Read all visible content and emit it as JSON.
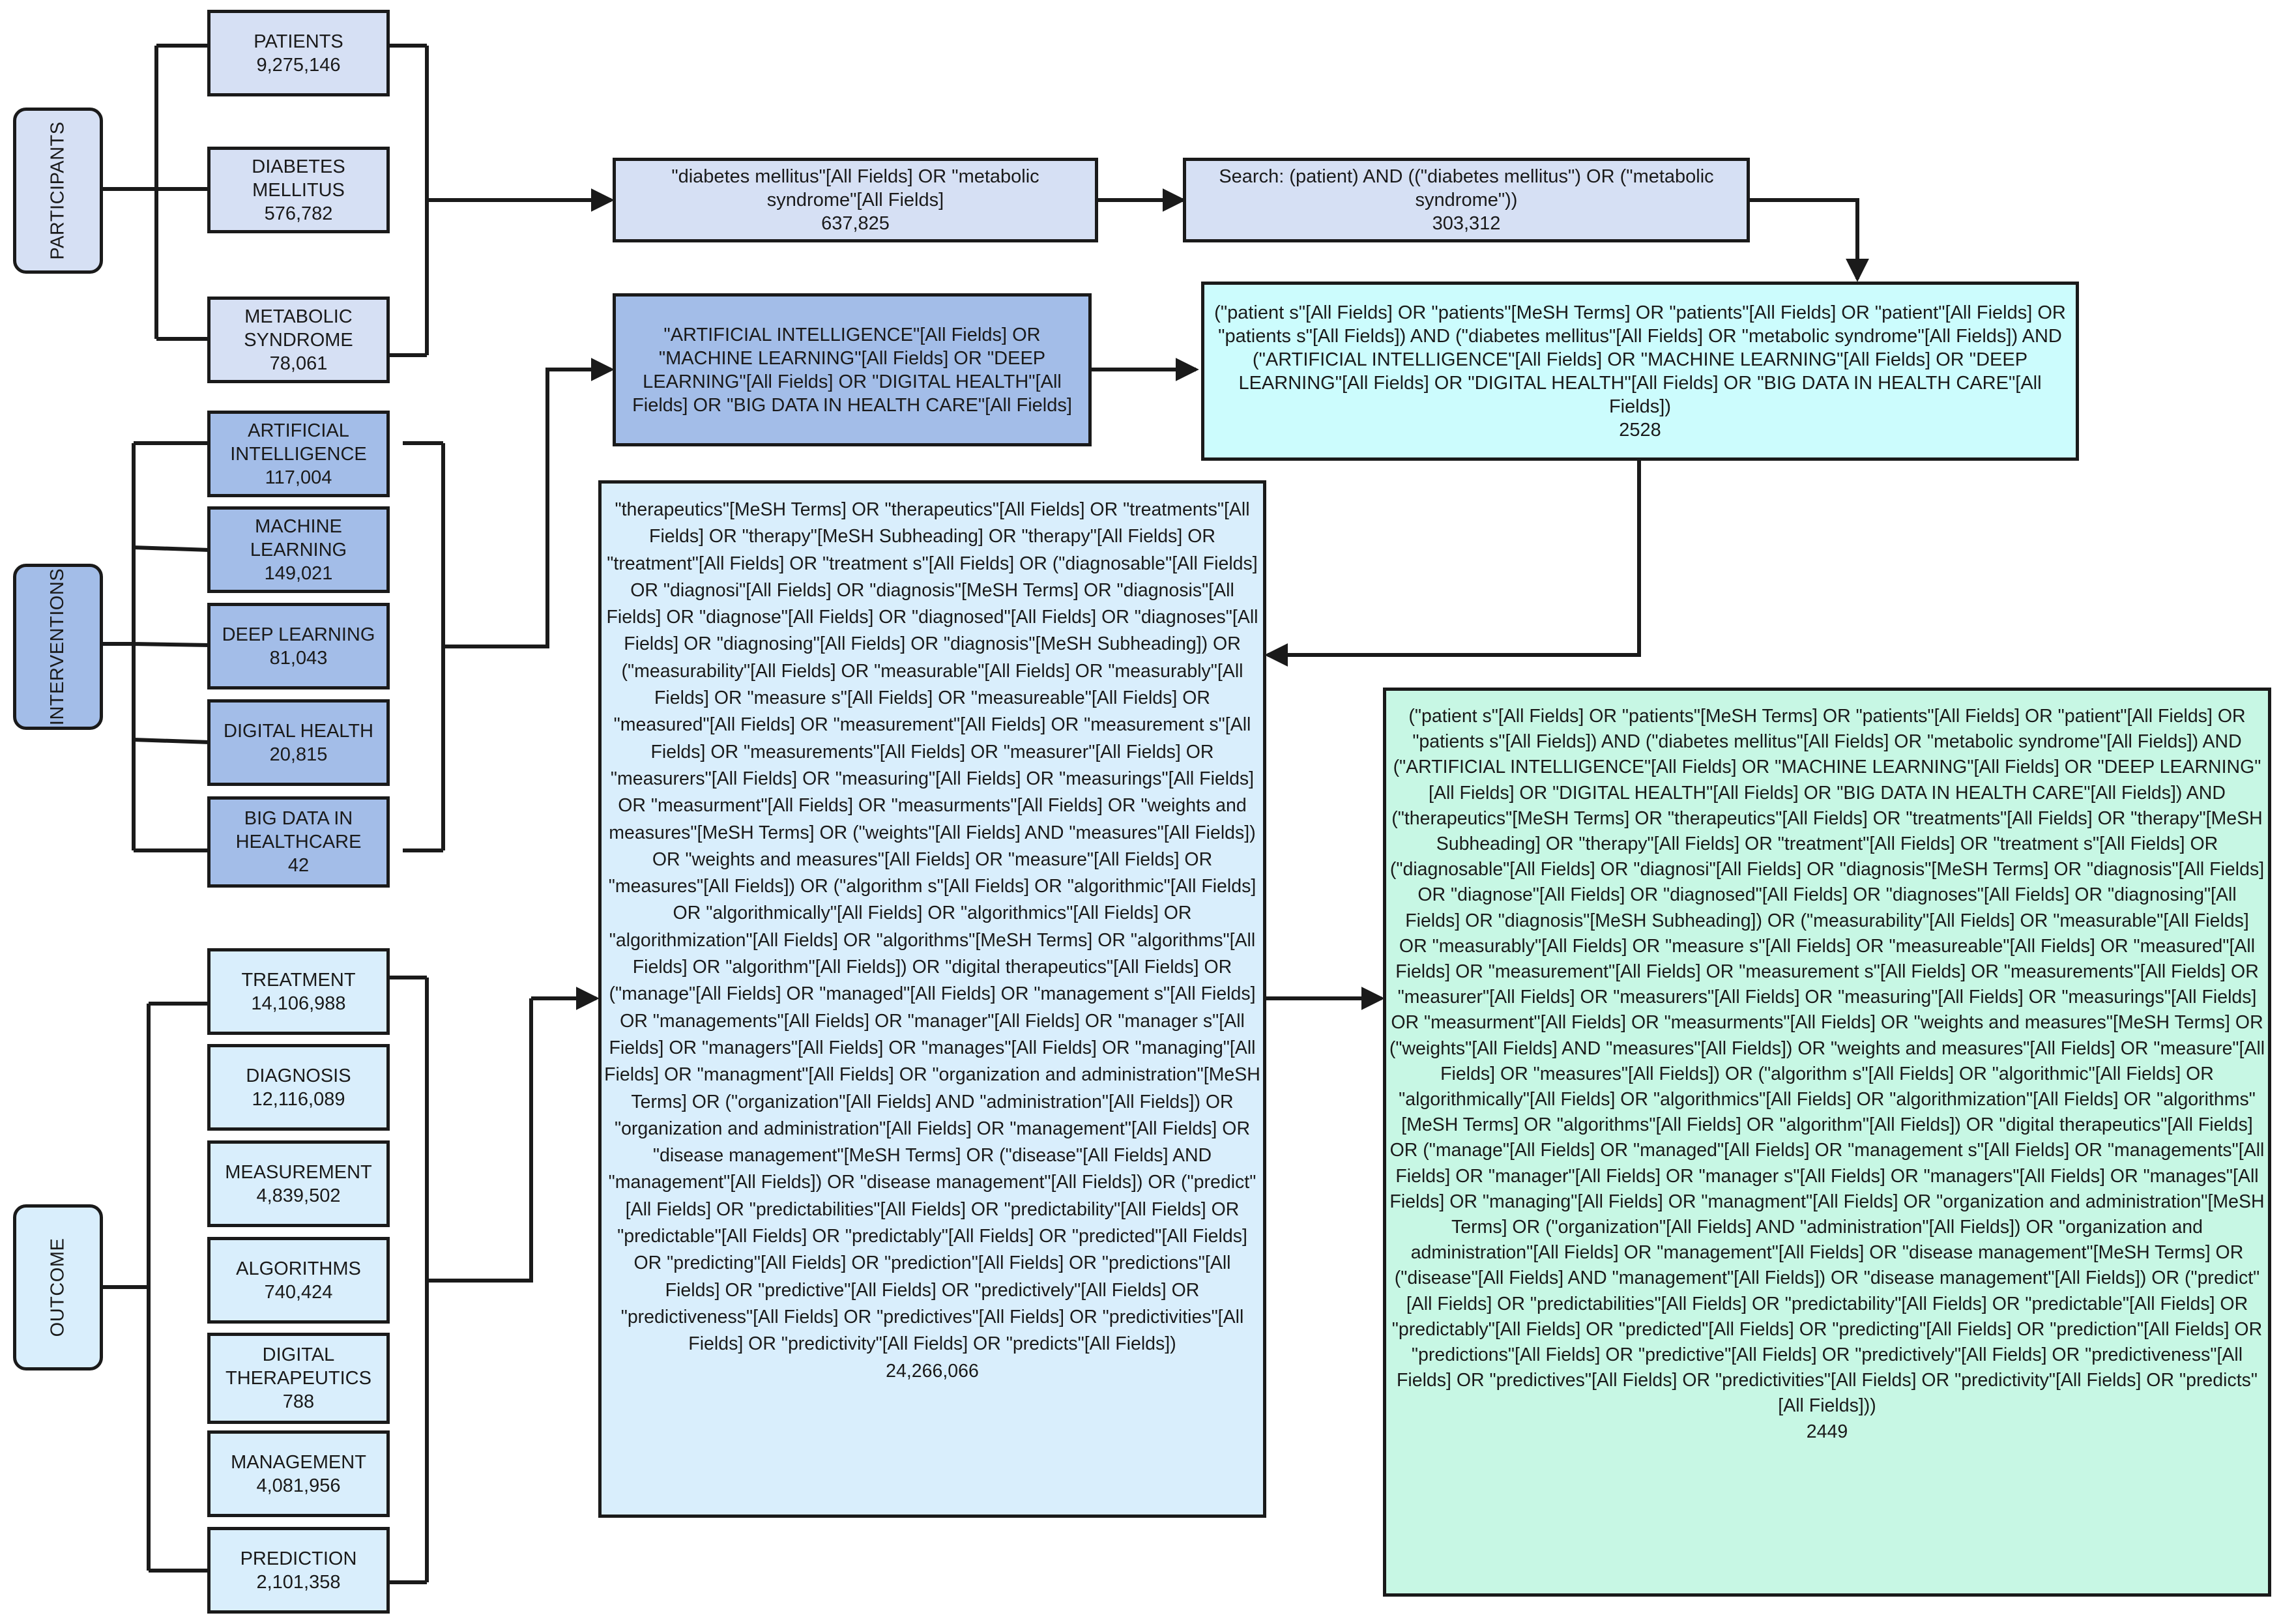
{
  "participants": {
    "label": "PARTICIPANTS",
    "terms": [
      {
        "label": "PATIENTS",
        "count": "9,275,146"
      },
      {
        "label": "DIABETES\nMELLITUS",
        "count": "576,782"
      },
      {
        "label": "METABOLIC\nSYNDROME",
        "count": "78,061"
      }
    ]
  },
  "interventions": {
    "label": "INTERVENTIONS",
    "terms": [
      {
        "label": "ARTIFICIAL\nINTELLIGENCE",
        "count": "117,004"
      },
      {
        "label": "MACHINE\nLEARNING",
        "count": "149,021"
      },
      {
        "label": "DEEP LEARNING",
        "count": "81,043"
      },
      {
        "label": "DIGITAL HEALTH",
        "count": "20,815"
      },
      {
        "label": "BIG DATA IN\nHEALTHCARE",
        "count": "42"
      }
    ]
  },
  "outcome": {
    "label": "OUTCOME",
    "terms": [
      {
        "label": "TREATMENT",
        "count": "14,106,988"
      },
      {
        "label": "DIAGNOSIS",
        "count": "12,116,089"
      },
      {
        "label": "MEASUREMENT",
        "count": "4,839,502"
      },
      {
        "label": "ALGORITHMS",
        "count": "740,424"
      },
      {
        "label": "DIGITAL\nTHERAPEUTICS",
        "count": "788"
      },
      {
        "label": "MANAGEMENT",
        "count": "4,081,956"
      },
      {
        "label": "PREDICTION",
        "count": "2,101,358"
      }
    ]
  },
  "queries": {
    "condition": {
      "text": "\"diabetes mellitus\"[All Fields] OR \"metabolic syndrome\"[All Fields]",
      "count": "637,825"
    },
    "search": {
      "text": "Search: (patient) AND ((\"diabetes mellitus\") OR (\"metabolic syndrome\"))",
      "count": "303,312"
    },
    "intervention": {
      "text": "\"ARTIFICIAL INTELLIGENCE\"[All Fields] OR \"MACHINE LEARNING\"[All Fields] OR \"DEEP LEARNING\"[All Fields] OR \"DIGITAL HEALTH\"[All Fields] OR \"BIG DATA IN HEALTH CARE\"[All Fields]"
    },
    "combined": {
      "text": "(\"patient s\"[All Fields] OR \"patients\"[MeSH Terms] OR \"patients\"[All Fields] OR \"patient\"[All Fields] OR \"patients s\"[All Fields]) AND (\"diabetes mellitus\"[All Fields] OR \"metabolic syndrome\"[All Fields]) AND (\"ARTIFICIAL INTELLIGENCE\"[All Fields] OR \"MACHINE LEARNING\"[All Fields] OR \"DEEP LEARNING\"[All Fields] OR \"DIGITAL HEALTH\"[All Fields] OR \"BIG DATA IN HEALTH CARE\"[All Fields])",
      "count": "2528"
    },
    "outcome": {
      "text": "\"therapeutics\"[MeSH Terms] OR \"therapeutics\"[All Fields] OR \"treatments\"[All Fields] OR \"therapy\"[MeSH Subheading] OR \"therapy\"[All Fields] OR \"treatment\"[All Fields] OR \"treatment s\"[All Fields] OR (\"diagnosable\"[All Fields] OR \"diagnosi\"[All Fields] OR \"diagnosis\"[MeSH Terms] OR \"diagnosis\"[All Fields] OR \"diagnose\"[All Fields] OR \"diagnosed\"[All Fields] OR \"diagnoses\"[All Fields] OR \"diagnosing\"[All Fields] OR \"diagnosis\"[MeSH Subheading]) OR (\"measurability\"[All Fields] OR \"measurable\"[All Fields] OR \"measurably\"[All Fields] OR \"measure s\"[All Fields] OR \"measureable\"[All Fields] OR \"measured\"[All Fields] OR \"measurement\"[All Fields] OR \"measurement s\"[All Fields] OR \"measurements\"[All Fields] OR \"measurer\"[All Fields] OR \"measurers\"[All Fields] OR \"measuring\"[All Fields] OR \"measurings\"[All Fields] OR \"measurment\"[All Fields] OR \"measurments\"[All Fields] OR \"weights and measures\"[MeSH Terms] OR (\"weights\"[All Fields] AND \"measures\"[All Fields]) OR \"weights and measures\"[All Fields] OR \"measure\"[All Fields] OR \"measures\"[All Fields]) OR (\"algorithm s\"[All Fields] OR \"algorithmic\"[All Fields] OR \"algorithmically\"[All Fields] OR \"algorithmics\"[All Fields] OR \"algorithmization\"[All Fields] OR \"algorithms\"[MeSH Terms] OR \"algorithms\"[All Fields] OR \"algorithm\"[All Fields]) OR \"digital therapeutics\"[All Fields] OR (\"manage\"[All Fields] OR \"managed\"[All Fields] OR \"management s\"[All Fields] OR \"managements\"[All Fields] OR \"manager\"[All Fields] OR \"manager s\"[All Fields] OR \"managers\"[All Fields] OR \"manages\"[All Fields] OR \"managing\"[All Fields] OR \"managment\"[All Fields] OR \"organization and administration\"[MeSH Terms] OR (\"organization\"[All Fields] AND \"administration\"[All Fields]) OR \"organization and administration\"[All Fields] OR \"management\"[All Fields] OR \"disease management\"[MeSH Terms] OR (\"disease\"[All Fields] AND \"management\"[All Fields]) OR \"disease management\"[All Fields]) OR (\"predict\"[All Fields] OR \"predictabilities\"[All Fields] OR \"predictability\"[All Fields] OR \"predictable\"[All Fields] OR \"predictably\"[All Fields] OR \"predicted\"[All Fields] OR \"predicting\"[All Fields] OR \"prediction\"[All Fields] OR \"predictions\"[All Fields] OR \"predictive\"[All Fields] OR \"predictively\"[All Fields] OR \"predictiveness\"[All Fields] OR \"predictives\"[All Fields] OR \"predictivities\"[All Fields] OR \"predictivity\"[All Fields] OR \"predicts\"[All Fields])",
      "count": "24,266,066"
    },
    "final": {
      "text": "(\"patient s\"[All Fields] OR \"patients\"[MeSH Terms] OR \"patients\"[All Fields] OR \"patient\"[All Fields] OR \"patients s\"[All Fields]) AND (\"diabetes mellitus\"[All Fields] OR \"metabolic syndrome\"[All Fields]) AND (\"ARTIFICIAL INTELLIGENCE\"[All Fields] OR \"MACHINE LEARNING\"[All Fields] OR \"DEEP LEARNING\"[All Fields] OR \"DIGITAL HEALTH\"[All Fields] OR \"BIG DATA IN HEALTH CARE\"[All Fields]) AND (\"therapeutics\"[MeSH Terms] OR \"therapeutics\"[All Fields] OR \"treatments\"[All Fields] OR \"therapy\"[MeSH Subheading] OR \"therapy\"[All Fields] OR \"treatment\"[All Fields] OR \"treatment s\"[All Fields] OR (\"diagnosable\"[All Fields] OR \"diagnosi\"[All Fields] OR \"diagnosis\"[MeSH Terms] OR \"diagnosis\"[All Fields] OR \"diagnose\"[All Fields] OR \"diagnosed\"[All Fields] OR \"diagnoses\"[All Fields] OR \"diagnosing\"[All Fields] OR \"diagnosis\"[MeSH Subheading]) OR (\"measurability\"[All Fields] OR \"measurable\"[All Fields] OR \"measurably\"[All Fields] OR \"measure s\"[All Fields] OR \"measureable\"[All Fields] OR \"measured\"[All Fields] OR \"measurement\"[All Fields] OR \"measurement s\"[All Fields] OR \"measurements\"[All Fields] OR \"measurer\"[All Fields] OR \"measurers\"[All Fields] OR \"measuring\"[All Fields] OR \"measurings\"[All Fields] OR \"measurment\"[All Fields] OR \"measurments\"[All Fields] OR \"weights and measures\"[MeSH Terms] OR (\"weights\"[All Fields] AND \"measures\"[All Fields]) OR \"weights and measures\"[All Fields] OR \"measure\"[All Fields] OR \"measures\"[All Fields]) OR (\"algorithm s\"[All Fields] OR \"algorithmic\"[All Fields] OR \"algorithmically\"[All Fields] OR \"algorithmics\"[All Fields] OR \"algorithmization\"[All Fields] OR \"algorithms\"[MeSH Terms] OR \"algorithms\"[All Fields] OR \"algorithm\"[All Fields]) OR \"digital therapeutics\"[All Fields] OR (\"manage\"[All Fields] OR \"managed\"[All Fields] OR \"management s\"[All Fields] OR \"managements\"[All Fields] OR \"manager\"[All Fields] OR \"manager s\"[All Fields] OR \"managers\"[All Fields] OR \"manages\"[All Fields] OR \"managing\"[All Fields] OR \"managment\"[All Fields] OR \"organization and administration\"[MeSH Terms] OR (\"organization\"[All Fields] AND \"administration\"[All Fields]) OR \"organization and administration\"[All Fields] OR \"management\"[All Fields] OR \"disease management\"[MeSH Terms] OR (\"disease\"[All Fields] AND \"management\"[All Fields]) OR \"disease management\"[All Fields]) OR (\"predict\"[All Fields] OR \"predictabilities\"[All Fields] OR \"predictability\"[All Fields] OR \"predictable\"[All Fields] OR \"predictably\"[All Fields] OR \"predicted\"[All Fields] OR \"predicting\"[All Fields] OR \"prediction\"[All Fields] OR \"predictions\"[All Fields] OR \"predictive\"[All Fields] OR \"predictively\"[All Fields] OR \"predictiveness\"[All Fields] OR \"predictives\"[All Fields] OR \"predictivities\"[All Fields] OR \"predictivity\"[All Fields] OR \"predicts\"[All Fields]))",
      "count": "2449"
    }
  },
  "colors": {
    "participants": "#d6e0f4",
    "interventions": "#a3bde8",
    "outcome": "#d9eefc",
    "combined": "#ccfcfd",
    "final": "#c7f7e4",
    "line": "#1a1a1a"
  }
}
